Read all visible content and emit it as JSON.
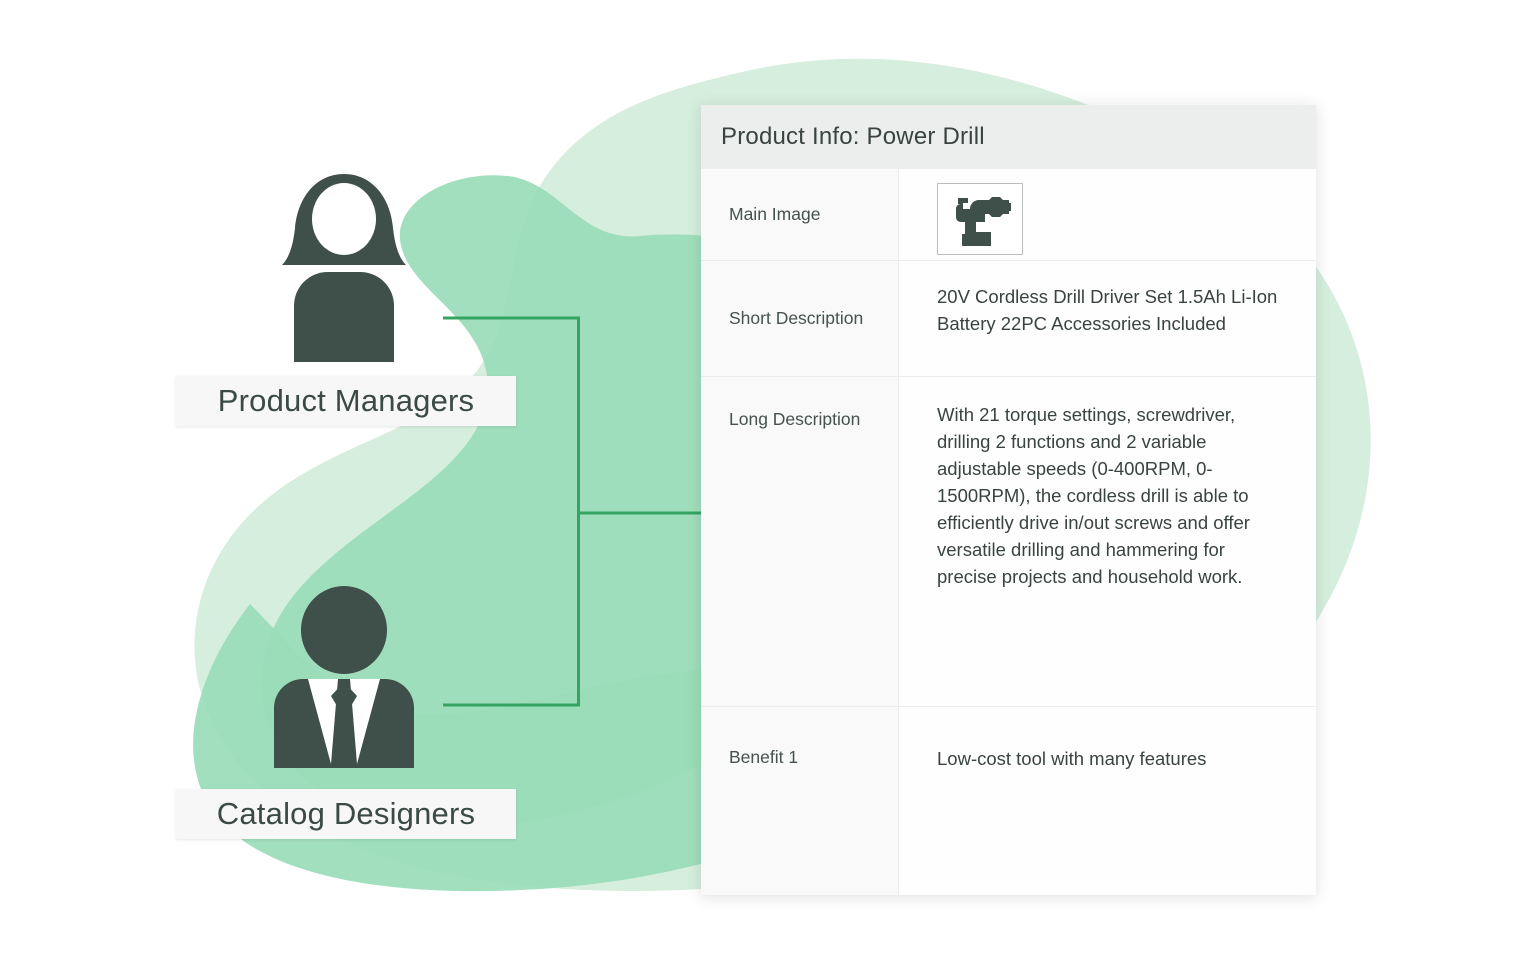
{
  "personas": [
    {
      "id": "product-managers",
      "label": "Product Managers",
      "icon": "female-user-icon"
    },
    {
      "id": "catalog-designers",
      "label": "Catalog Designers",
      "icon": "businessman-user-icon"
    }
  ],
  "card": {
    "title": "Product Info: Power Drill",
    "rows": [
      {
        "label": "Main Image",
        "type": "image",
        "icon": "power-drill-icon",
        "value": ""
      },
      {
        "label": "Short Description",
        "type": "text",
        "value": "20V Cordless Drill Driver Set 1.5Ah Li-Ion Battery 22PC Accessories Included"
      },
      {
        "label": "Long Description",
        "type": "text",
        "value": "With 21 torque settings, screwdriver, drilling 2 functions and 2 variable adjustable speeds (0-400RPM, 0-1500RPM), the cordless drill is able to efficiently drive in/out screws and offer versatile drilling and hammering for precise projects and household work."
      },
      {
        "label": "Benefit 1",
        "type": "text",
        "value": "Low-cost tool with many features"
      }
    ]
  },
  "colors": {
    "blob_light": "#d6eedd",
    "blob_dark": "#9adcb8",
    "connector_line": "#34a463",
    "icon_dark": "#3f4f4a",
    "text_dark": "#39433f",
    "header_bg": "#eceeed",
    "label_col_bg": "#f8f9f8",
    "chip_bg": "#f6f7f6"
  }
}
